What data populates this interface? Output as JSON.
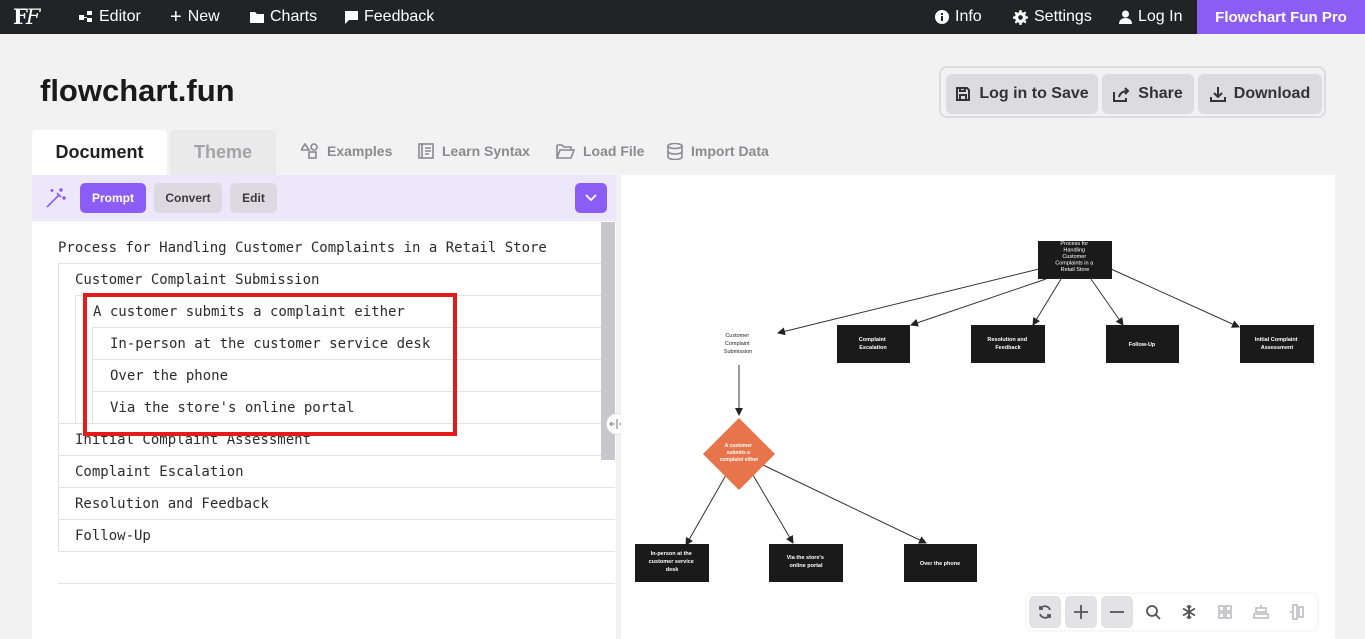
{
  "nav": {
    "logo": "FF",
    "editor": "Editor",
    "new": "New",
    "charts": "Charts",
    "feedback": "Feedback",
    "info": "Info",
    "settings": "Settings",
    "login": "Log In",
    "pro": "Flowchart Fun Pro"
  },
  "page_title": "flowchart.fun",
  "actions": {
    "save": "Log in to Save",
    "share": "Share",
    "download": "Download"
  },
  "tabs": {
    "document": "Document",
    "theme": "Theme"
  },
  "toolbar_links": {
    "examples": "Examples",
    "learn": "Learn Syntax",
    "load": "Load File",
    "import": "Import Data"
  },
  "prompt_bar": {
    "prompt": "Prompt",
    "convert": "Convert",
    "edit": "Edit"
  },
  "document_lines": [
    "Process for Handling Customer Complaints in a Retail Store",
    "Customer Complaint Submission",
    "A customer submits a complaint either",
    "In-person at the customer service desk",
    "Over the phone",
    "Via the store's online portal",
    "Initial Complaint Assessment",
    "Complaint Escalation",
    "Resolution and Feedback",
    "Follow-Up"
  ],
  "chart_nodes": {
    "root": "Process for Handling Customer Complaints in a Retail Store",
    "submission": "Customer Complaint Submission",
    "escalation": "Complaint Escalation",
    "resolution": "Resolution and Feedback",
    "followup": "Follow-Up",
    "assessment": "Initial Complaint Assessment",
    "decision": "A customer submits a complaint either",
    "inperson": "In-person at the customer service desk",
    "online": "Via the store's online portal",
    "phone": "Over the phone"
  },
  "colors": {
    "accent": "#8b5cf6",
    "node_fill": "#1a1a1a",
    "decision_fill": "#e8744b",
    "highlight": "#e31b1b"
  }
}
